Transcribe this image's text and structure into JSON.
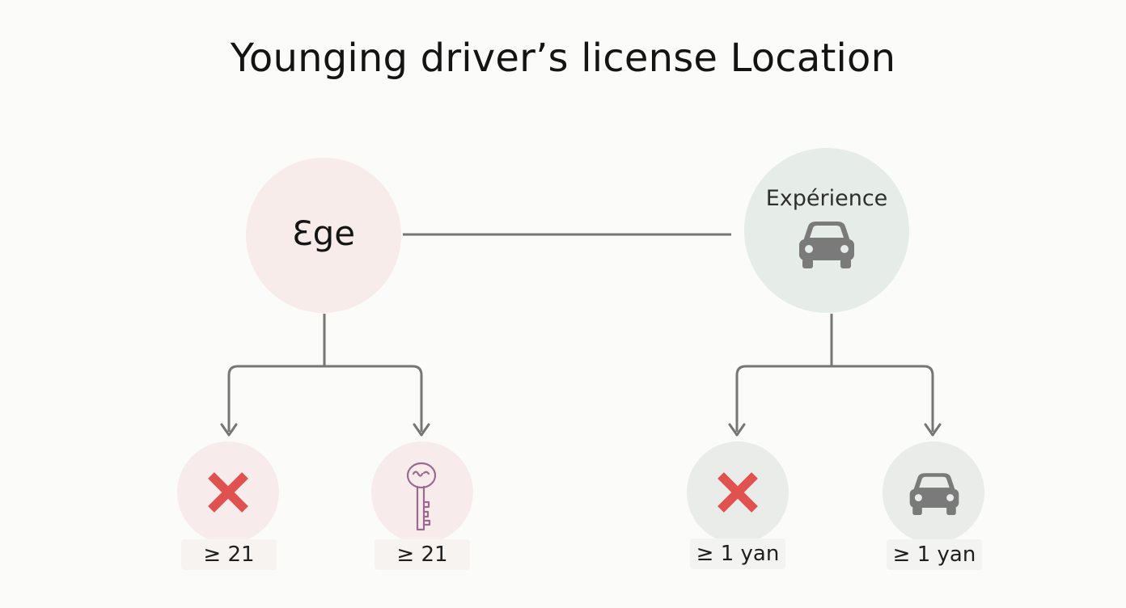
{
  "title": "Younging driver’s license Location",
  "nodes": {
    "age": {
      "label": "Ɛge"
    },
    "experience": {
      "label": "Expérience",
      "icon": "car-icon"
    }
  },
  "leaves": [
    {
      "label": "≥ 21",
      "icon": "cross-icon"
    },
    {
      "label": "≥ 21",
      "icon": "key-icon"
    },
    {
      "label": "≥ 1 yan",
      "icon": "cross-icon"
    },
    {
      "label": "≥ 1 yan",
      "icon": "car-icon"
    }
  ],
  "colors": {
    "connector": "#767676",
    "cross": "#e0524f",
    "car": "#7a7a7a",
    "key": "#9a6b8e",
    "age_circle": "#f8ecea",
    "experience_circle": "#e6ece8"
  }
}
